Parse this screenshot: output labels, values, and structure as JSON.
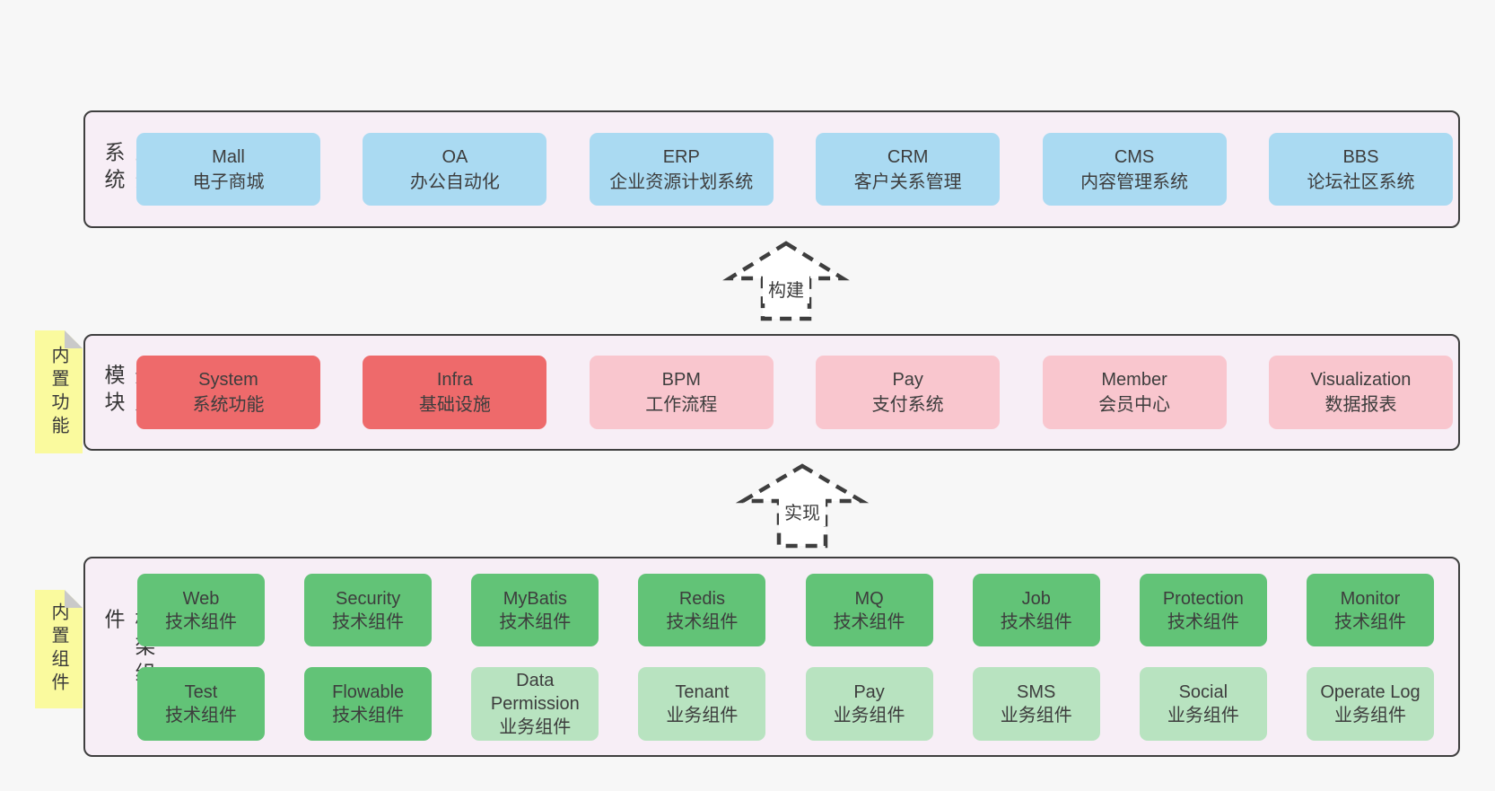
{
  "palette": {
    "page_bg": "#f7f7f7",
    "band_bg": "#f7eef6",
    "band_border": "#3f3f3f",
    "business_box": "#aadaf2",
    "core_module_box": "#ee6a6b",
    "optional_module_box": "#f9c6ce",
    "tech_component_box": "#62c377",
    "biz_component_box": "#b8e3c0",
    "sticky_note": "#fafa9e",
    "note_fold": "#c9c9c9",
    "text": "#3c3c3c"
  },
  "bands": [
    {
      "label": "业务系统",
      "note": null,
      "rows": [
        [
          {
            "name": "Mall",
            "desc": "电子商城"
          },
          {
            "name": "OA",
            "desc": "办公自动化"
          },
          {
            "name": "ERP",
            "desc": "企业资源计划系统"
          },
          {
            "name": "CRM",
            "desc": "客户关系管理"
          },
          {
            "name": "CMS",
            "desc": "内容管理系统"
          },
          {
            "name": "BBS",
            "desc": "论坛社区系统"
          }
        ]
      ]
    },
    {
      "label": "通用模块",
      "note": "内置功能",
      "rows": [
        [
          {
            "name": "System",
            "desc": "系统功能"
          },
          {
            "name": "Infra",
            "desc": "基础设施"
          },
          {
            "name": "BPM",
            "desc": "工作流程"
          },
          {
            "name": "Pay",
            "desc": "支付系统"
          },
          {
            "name": "Member",
            "desc": "会员中心"
          },
          {
            "name": "Visualization",
            "desc": "数据报表"
          }
        ]
      ]
    },
    {
      "label": "框架组件",
      "note": "内置组件",
      "rows": [
        [
          {
            "name": "Web",
            "desc": "技术组件"
          },
          {
            "name": "Security",
            "desc": "技术组件"
          },
          {
            "name": "MyBatis",
            "desc": "技术组件"
          },
          {
            "name": "Redis",
            "desc": "技术组件"
          },
          {
            "name": "MQ",
            "desc": "技术组件"
          },
          {
            "name": "Job",
            "desc": "技术组件"
          },
          {
            "name": "Protection",
            "desc": "技术组件"
          },
          {
            "name": "Monitor",
            "desc": "技术组件"
          }
        ],
        [
          {
            "name": "Test",
            "desc": "技术组件"
          },
          {
            "name": "Flowable",
            "desc": "技术组件"
          },
          {
            "name": "Data Permission",
            "desc": "业务组件"
          },
          {
            "name": "Tenant",
            "desc": "业务组件"
          },
          {
            "name": "Pay",
            "desc": "业务组件"
          },
          {
            "name": "SMS",
            "desc": "业务组件"
          },
          {
            "name": "Social",
            "desc": "业务组件"
          },
          {
            "name": "Operate Log",
            "desc": "业务组件"
          }
        ]
      ]
    }
  ],
  "arrows": [
    {
      "label": "构建"
    },
    {
      "label": "实现"
    }
  ]
}
